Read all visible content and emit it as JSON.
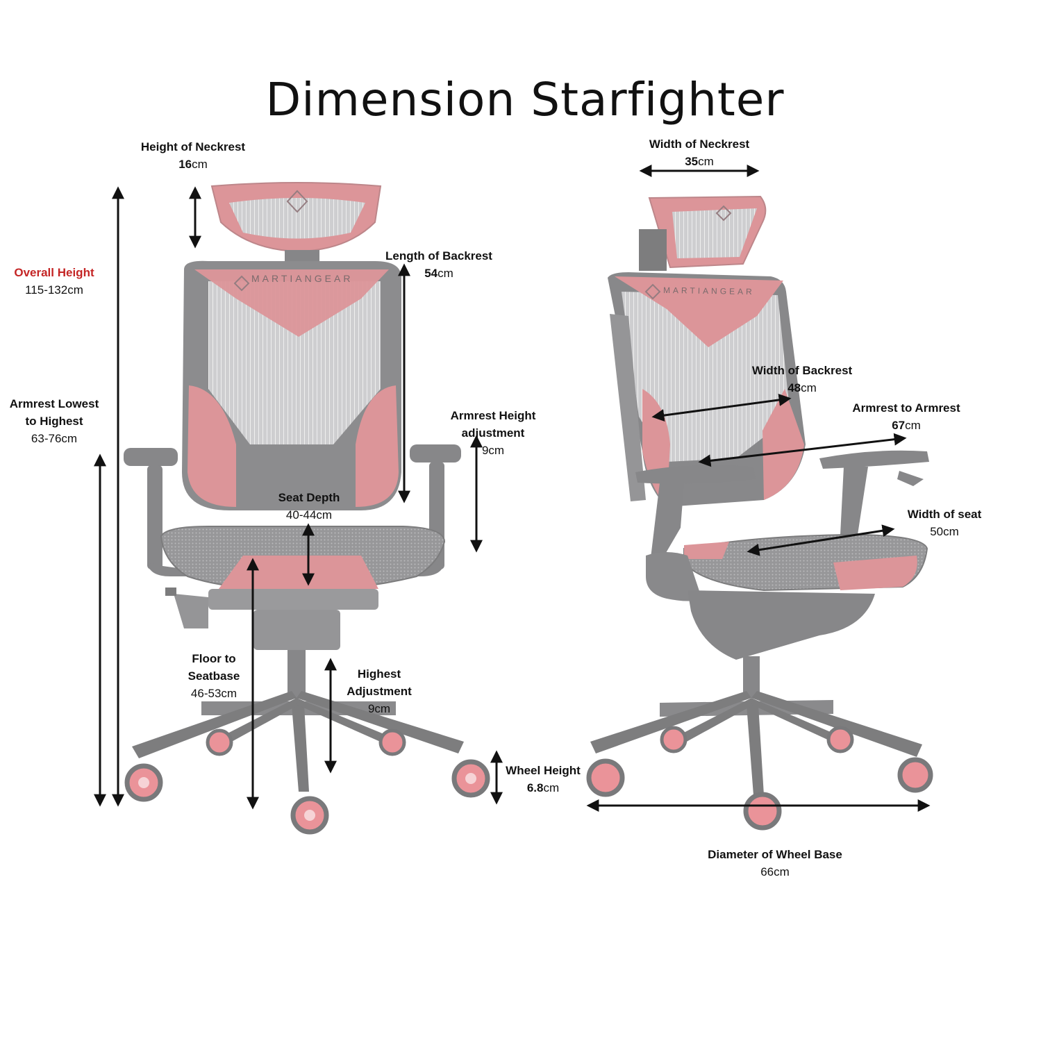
{
  "title": "Dimension Starfighter",
  "brand": "MARTIANGEAR",
  "colors": {
    "accent": "#c42525",
    "chair_red": "#d98a8e",
    "chair_frame": "#8a8a8a",
    "arrow": "#111111"
  },
  "front_view": {
    "neckrest_height": {
      "title": "Height of Neckrest",
      "value": "16",
      "unit": "cm"
    },
    "overall_height": {
      "title": "Overall Height",
      "value": "115-132cm"
    },
    "backrest_length": {
      "title": "Length of Backrest",
      "value": "54",
      "unit": "cm"
    },
    "armrest_range": {
      "title_line1": "Armrest Lowest",
      "title_line2": "to Highest",
      "value": "63-76cm"
    },
    "armrest_adjust": {
      "title_line1": "Armrest Height",
      "title_line2": "adjustment",
      "value": "9cm"
    },
    "seat_depth": {
      "title": "Seat Depth",
      "value": "40-44cm"
    },
    "floor_to_seat": {
      "title_line1": "Floor to",
      "title_line2": "Seatbase",
      "value": "46-53cm"
    },
    "highest_adjust": {
      "title_line1": "Highest",
      "title_line2": "Adjustment",
      "value": "9cm"
    },
    "wheel_height": {
      "title": "Wheel Height",
      "value": "6.8",
      "unit": "cm"
    }
  },
  "side_view": {
    "neckrest_width": {
      "title": "Width of Neckrest",
      "value": "35",
      "unit": "cm"
    },
    "backrest_width": {
      "title": "Width of Backrest",
      "value": "48",
      "unit": "cm"
    },
    "armrest_to_armrest": {
      "title": "Armrest to Armrest",
      "value": "67",
      "unit": "cm"
    },
    "seat_width": {
      "title": "Width of seat",
      "value": "50cm"
    },
    "wheelbase_diameter": {
      "title": "Diameter of Wheel Base",
      "value": "66cm"
    }
  }
}
